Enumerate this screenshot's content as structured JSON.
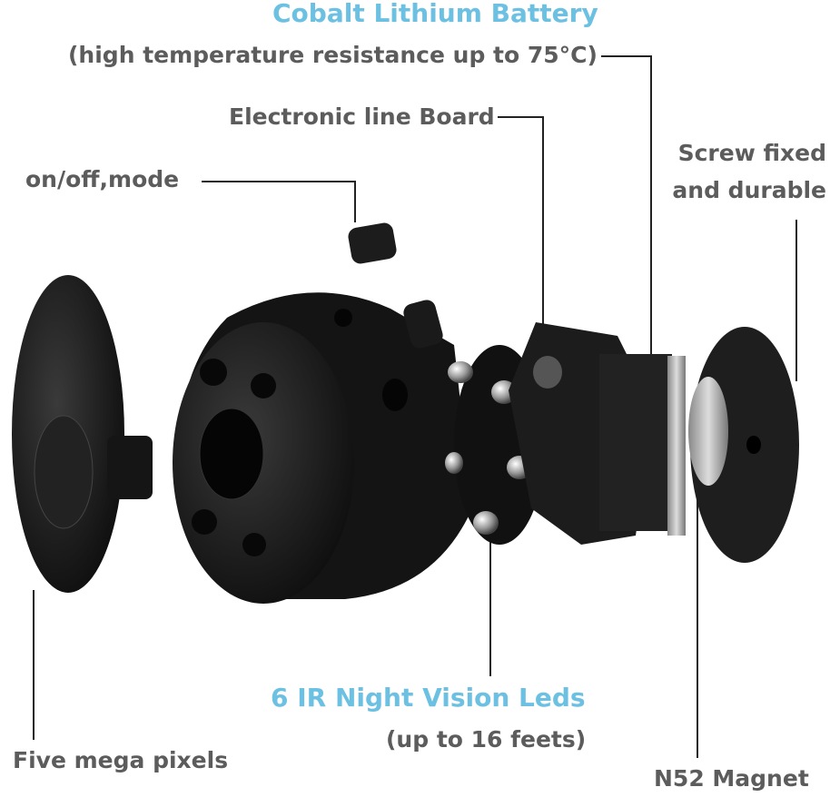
{
  "labels": {
    "battery_title": "Cobalt Lithium Battery",
    "battery_note": "(high temperature resistance up to 75°C)",
    "board": "Electronic line Board",
    "screw_line1": "Screw fixed",
    "screw_line2": "and durable",
    "button": "on/off,mode",
    "lens": "Five mega pixels",
    "leds_title": "6 IR Night Vision Leds",
    "leds_note": "(up to 16 feets)",
    "magnet": "N52 Magnet"
  },
  "colors": {
    "accent": "#6cc0e2",
    "text": "#5c5c5c",
    "product": "#1a1a1a"
  }
}
